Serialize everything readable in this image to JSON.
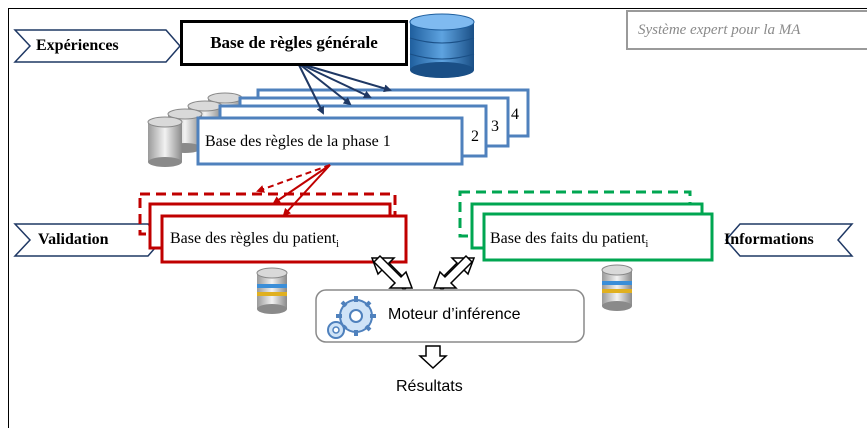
{
  "title": "Système expert pour la MA",
  "inputs": {
    "experiences": "Expériences",
    "validation": "Validation",
    "informations": "Informations"
  },
  "general_base": "Base de règles générale",
  "phase_base": "Base des règles de la phase 1",
  "phase_numbers": [
    "2",
    "3",
    "4"
  ],
  "patient_rules": {
    "text": "Base des règles du patient",
    "sub": "i"
  },
  "patient_facts": {
    "text": "Base des faits du patient",
    "sub": "i"
  },
  "engine": "Moteur d’inférence",
  "results": "Résultats",
  "colors": {
    "blue": "#4f81bd",
    "red": "#c00000",
    "green": "#00a651",
    "db_blue": "#2e75b6"
  },
  "icons": [
    "database-icon",
    "gears-icon",
    "arrow-icon"
  ]
}
